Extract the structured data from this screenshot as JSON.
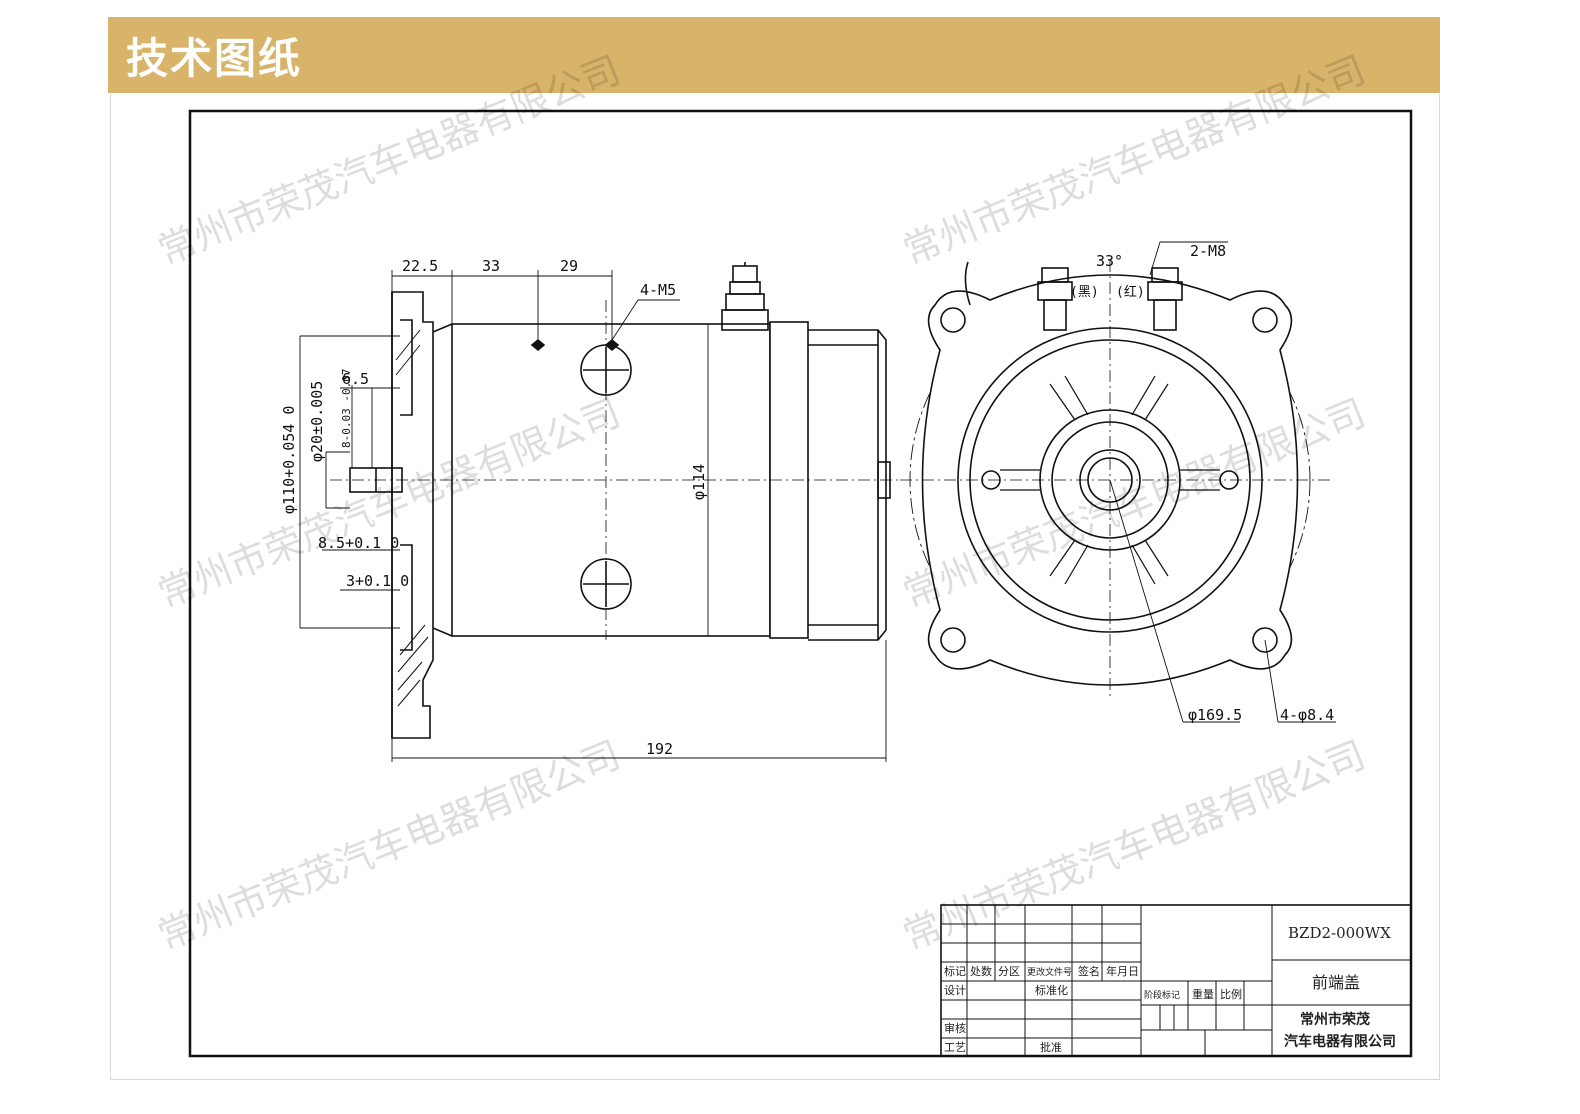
{
  "header": {
    "title": "技术图纸"
  },
  "dimensions": {
    "d22_5": "22.5",
    "d33": "33",
    "d29": "29",
    "m5": "4-M5",
    "d6_5": "6.5",
    "phi20": "φ20±0.005",
    "d8_tol": "8-0.03 -0.07",
    "phi110": "φ110+0.054 0",
    "d8_5": "8.5+0.1 0",
    "d3": "3+0.1 0",
    "phi114": "φ114",
    "d192": "192",
    "d33b": "33°",
    "m8": "2-M8",
    "black": "(黑)",
    "red": "(红)",
    "phi169_5": "φ169.5",
    "holes": "4-φ8.4"
  },
  "title_block": {
    "drawing_no": "BZD2-000WX",
    "part_name": "前端盖",
    "company_line1": "常州市荣茂",
    "company_line2": "汽车电器有限公司",
    "labels": [
      "标记",
      "处数",
      "分区",
      "更改文件号",
      "签名",
      "年月日",
      "设计",
      "标准化",
      "审核",
      "工艺",
      "批准",
      "阶段标记",
      "重量",
      "比例"
    ]
  },
  "watermark": "常州市荣茂汽车电器有限公司"
}
